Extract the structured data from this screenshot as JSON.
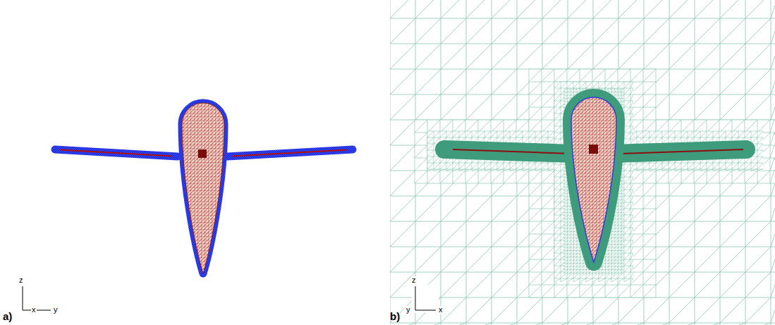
{
  "diagram": {
    "labels": [
      "a)",
      "z",
      "x",
      "y",
      "b)",
      "z",
      "y",
      "x"
    ]
  }
}
